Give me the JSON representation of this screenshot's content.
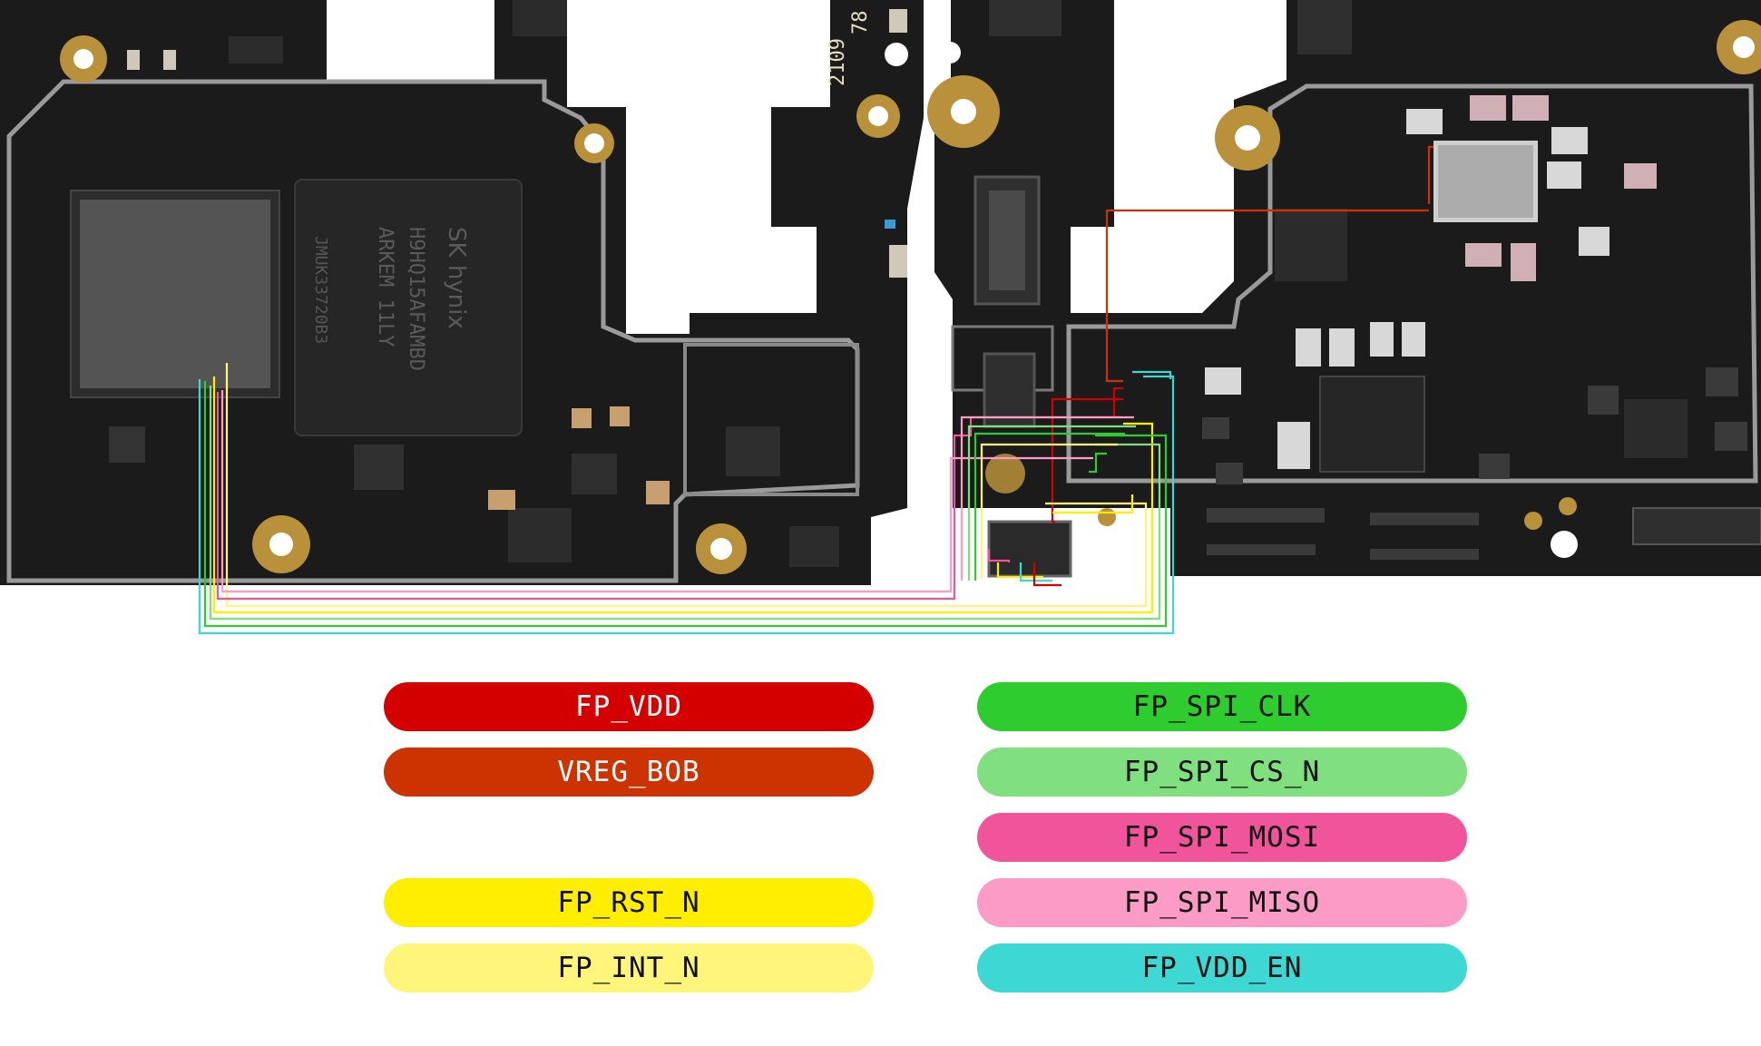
{
  "board_text": {
    "rev_code": "2109",
    "rev_suffix": "78",
    "ram_brand": "SK hynix",
    "ram_part": "H9HQ15AFAMBD",
    "ram_line2": "ARKEM 11LY",
    "ram_lot": "JMUK33720B3"
  },
  "legend": [
    {
      "label": "FP_VDD",
      "color": "#d40000",
      "text_color": "#ffffff"
    },
    {
      "label": "VREG_BOB",
      "color": "#cc3300",
      "text_color": "#ffffff"
    },
    {
      "label": "FP_RST_N",
      "color": "#ffee00",
      "text_color": "#111111"
    },
    {
      "label": "FP_INT_N",
      "color": "#fff57a",
      "text_color": "#111111"
    },
    {
      "label": "FP_SPI_CLK",
      "color": "#2ecc2e",
      "text_color": "#111111"
    },
    {
      "label": "FP_SPI_CS_N",
      "color": "#80e080",
      "text_color": "#111111"
    },
    {
      "label": "FP_SPI_MOSI",
      "color": "#f0549a",
      "text_color": "#111111"
    },
    {
      "label": "FP_SPI_MISO",
      "color": "#fb9bc6",
      "text_color": "#111111"
    },
    {
      "label": "FP_VDD_EN",
      "color": "#3dd8d4",
      "text_color": "#111111"
    }
  ]
}
